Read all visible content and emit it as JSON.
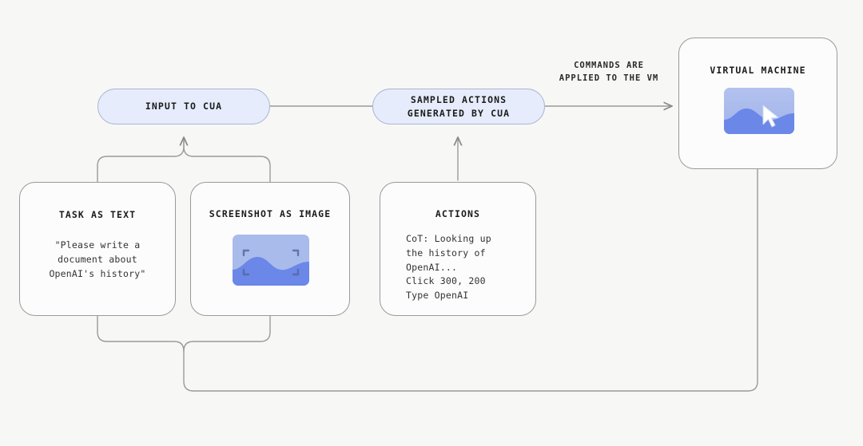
{
  "diagram": {
    "title": "CUA training loop",
    "background_color": "#f7f7f6",
    "stroke_color": "#9a9a9a",
    "pill_fill": "#e6ecfb",
    "pill_stroke": "#a9b5d4",
    "card_fill": "#fcfcfc",
    "thumb_sky": "#a9bbeb",
    "thumb_wave": "#6b87e8",
    "thumb_bracket": "#5a6fbf",
    "cursor_color": "#ffffff"
  },
  "nodes": {
    "input_to_cua": {
      "label": "INPUT TO CUA"
    },
    "sampled_actions": {
      "label": "SAMPLED ACTIONS\nGENERATED BY CUA"
    },
    "virtual_machine": {
      "title": "VIRTUAL MACHINE",
      "thumbnail_icon": "desktop-screenshot-with-cursor"
    },
    "task_as_text": {
      "title": "TASK AS TEXT",
      "body": "\"Please write a\ndocument about\nOpenAI's history\""
    },
    "screenshot_as_image": {
      "title": "SCREENSHOT AS IMAGE",
      "thumbnail_icon": "screenshot-crop-frame"
    },
    "actions": {
      "title": "ACTIONS",
      "body": "CoT: Looking up\nthe history of\nOpenAI...\nClick 300, 200\nType OpenAI"
    }
  },
  "edges": {
    "commands_to_vm": {
      "label": "COMMANDS ARE\nAPPLIED TO THE VM"
    }
  }
}
